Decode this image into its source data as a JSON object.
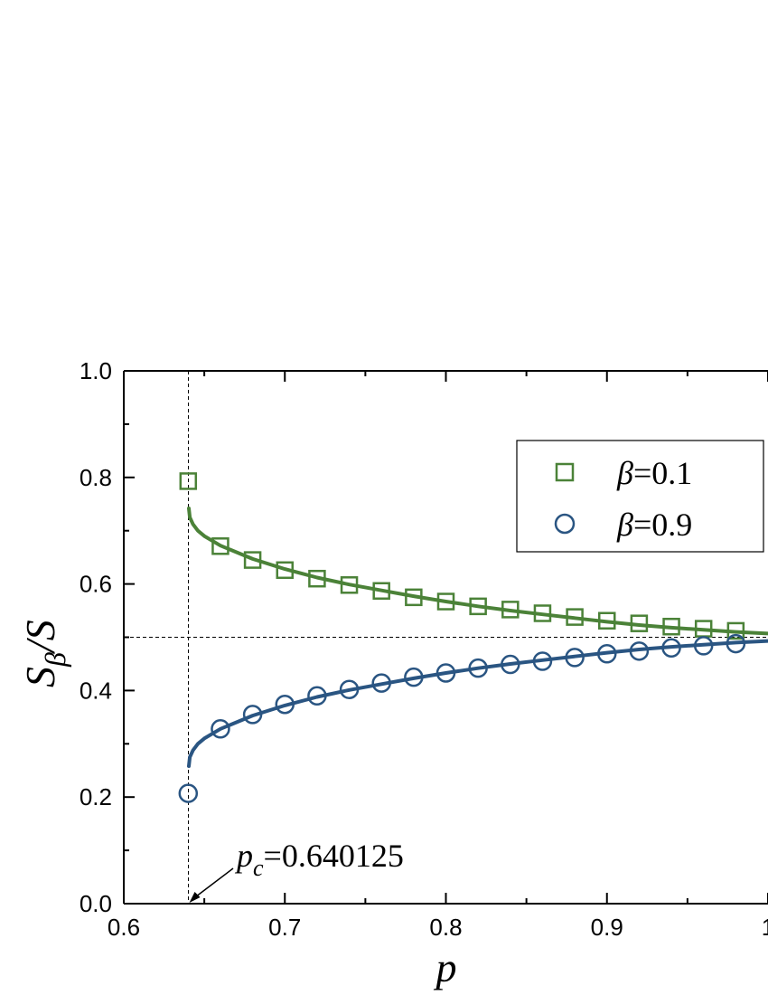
{
  "chart_data": {
    "type": "scatter",
    "xlabel": "p",
    "ylabel": {
      "main": "S",
      "sub": "β",
      "tail": "/S"
    },
    "xlim": [
      0.6,
      1.0
    ],
    "ylim": [
      0.0,
      1.0
    ],
    "xticks": [
      0.6,
      0.7,
      0.8,
      0.9,
      1.0
    ],
    "xtick_labels": [
      "0.6",
      "0.7",
      "0.8",
      "0.9",
      "1"
    ],
    "yticks": [
      0.0,
      0.2,
      0.4,
      0.6,
      0.8,
      1.0
    ],
    "ytick_labels": [
      "0.0",
      "0.2",
      "0.4",
      "0.6",
      "0.8",
      "1.0"
    ],
    "grid": false,
    "legend_position": "top-right",
    "reference_lines": {
      "vertical_x": 0.640125,
      "horizontal_y": 0.5
    },
    "annotation": {
      "symbol": "p",
      "subscript": "c",
      "text": "=0.640125",
      "x": 0.640125,
      "y": 0.0
    },
    "colors": {
      "beta_0_1": "#4b8238",
      "beta_0_9": "#2a5582"
    },
    "series": [
      {
        "legend_symbol": "β",
        "legend_value": "=0.1",
        "marker": "square",
        "color": "#4b8238",
        "x": [
          0.64,
          0.66,
          0.68,
          0.7,
          0.72,
          0.74,
          0.76,
          0.78,
          0.8,
          0.82,
          0.84,
          0.86,
          0.88,
          0.9,
          0.92,
          0.94,
          0.96,
          0.98
        ],
        "y": [
          0.793,
          0.671,
          0.645,
          0.626,
          0.61,
          0.598,
          0.587,
          0.575,
          0.567,
          0.558,
          0.552,
          0.545,
          0.538,
          0.531,
          0.526,
          0.52,
          0.516,
          0.512
        ],
        "fit": {
          "x": [
            0.6404,
            0.641,
            0.643,
            0.646,
            0.65,
            0.66,
            0.68,
            0.7,
            0.72,
            0.74,
            0.76,
            0.78,
            0.8,
            0.82,
            0.84,
            0.86,
            0.88,
            0.9,
            0.92,
            0.94,
            0.96,
            0.98,
            1.0
          ],
          "y": [
            0.742,
            0.725,
            0.712,
            0.7,
            0.69,
            0.672,
            0.647,
            0.628,
            0.612,
            0.599,
            0.588,
            0.577,
            0.567,
            0.558,
            0.55,
            0.543,
            0.536,
            0.529,
            0.523,
            0.518,
            0.514,
            0.51,
            0.507
          ]
        }
      },
      {
        "legend_symbol": "β",
        "legend_value": "=0.9",
        "marker": "circle",
        "color": "#2a5582",
        "x": [
          0.64,
          0.66,
          0.68,
          0.7,
          0.72,
          0.74,
          0.76,
          0.78,
          0.8,
          0.82,
          0.84,
          0.86,
          0.88,
          0.9,
          0.92,
          0.94,
          0.96,
          0.98
        ],
        "y": [
          0.207,
          0.328,
          0.355,
          0.374,
          0.39,
          0.402,
          0.414,
          0.425,
          0.433,
          0.442,
          0.449,
          0.455,
          0.462,
          0.469,
          0.474,
          0.48,
          0.484,
          0.488
        ],
        "fit": {
          "x": [
            0.6404,
            0.641,
            0.643,
            0.646,
            0.65,
            0.66,
            0.68,
            0.7,
            0.72,
            0.74,
            0.76,
            0.78,
            0.8,
            0.82,
            0.84,
            0.86,
            0.88,
            0.9,
            0.92,
            0.94,
            0.96,
            0.98,
            1.0
          ],
          "y": [
            0.258,
            0.275,
            0.288,
            0.3,
            0.31,
            0.328,
            0.353,
            0.372,
            0.388,
            0.401,
            0.412,
            0.423,
            0.433,
            0.442,
            0.45,
            0.457,
            0.464,
            0.471,
            0.477,
            0.482,
            0.486,
            0.49,
            0.493
          ]
        }
      }
    ]
  }
}
